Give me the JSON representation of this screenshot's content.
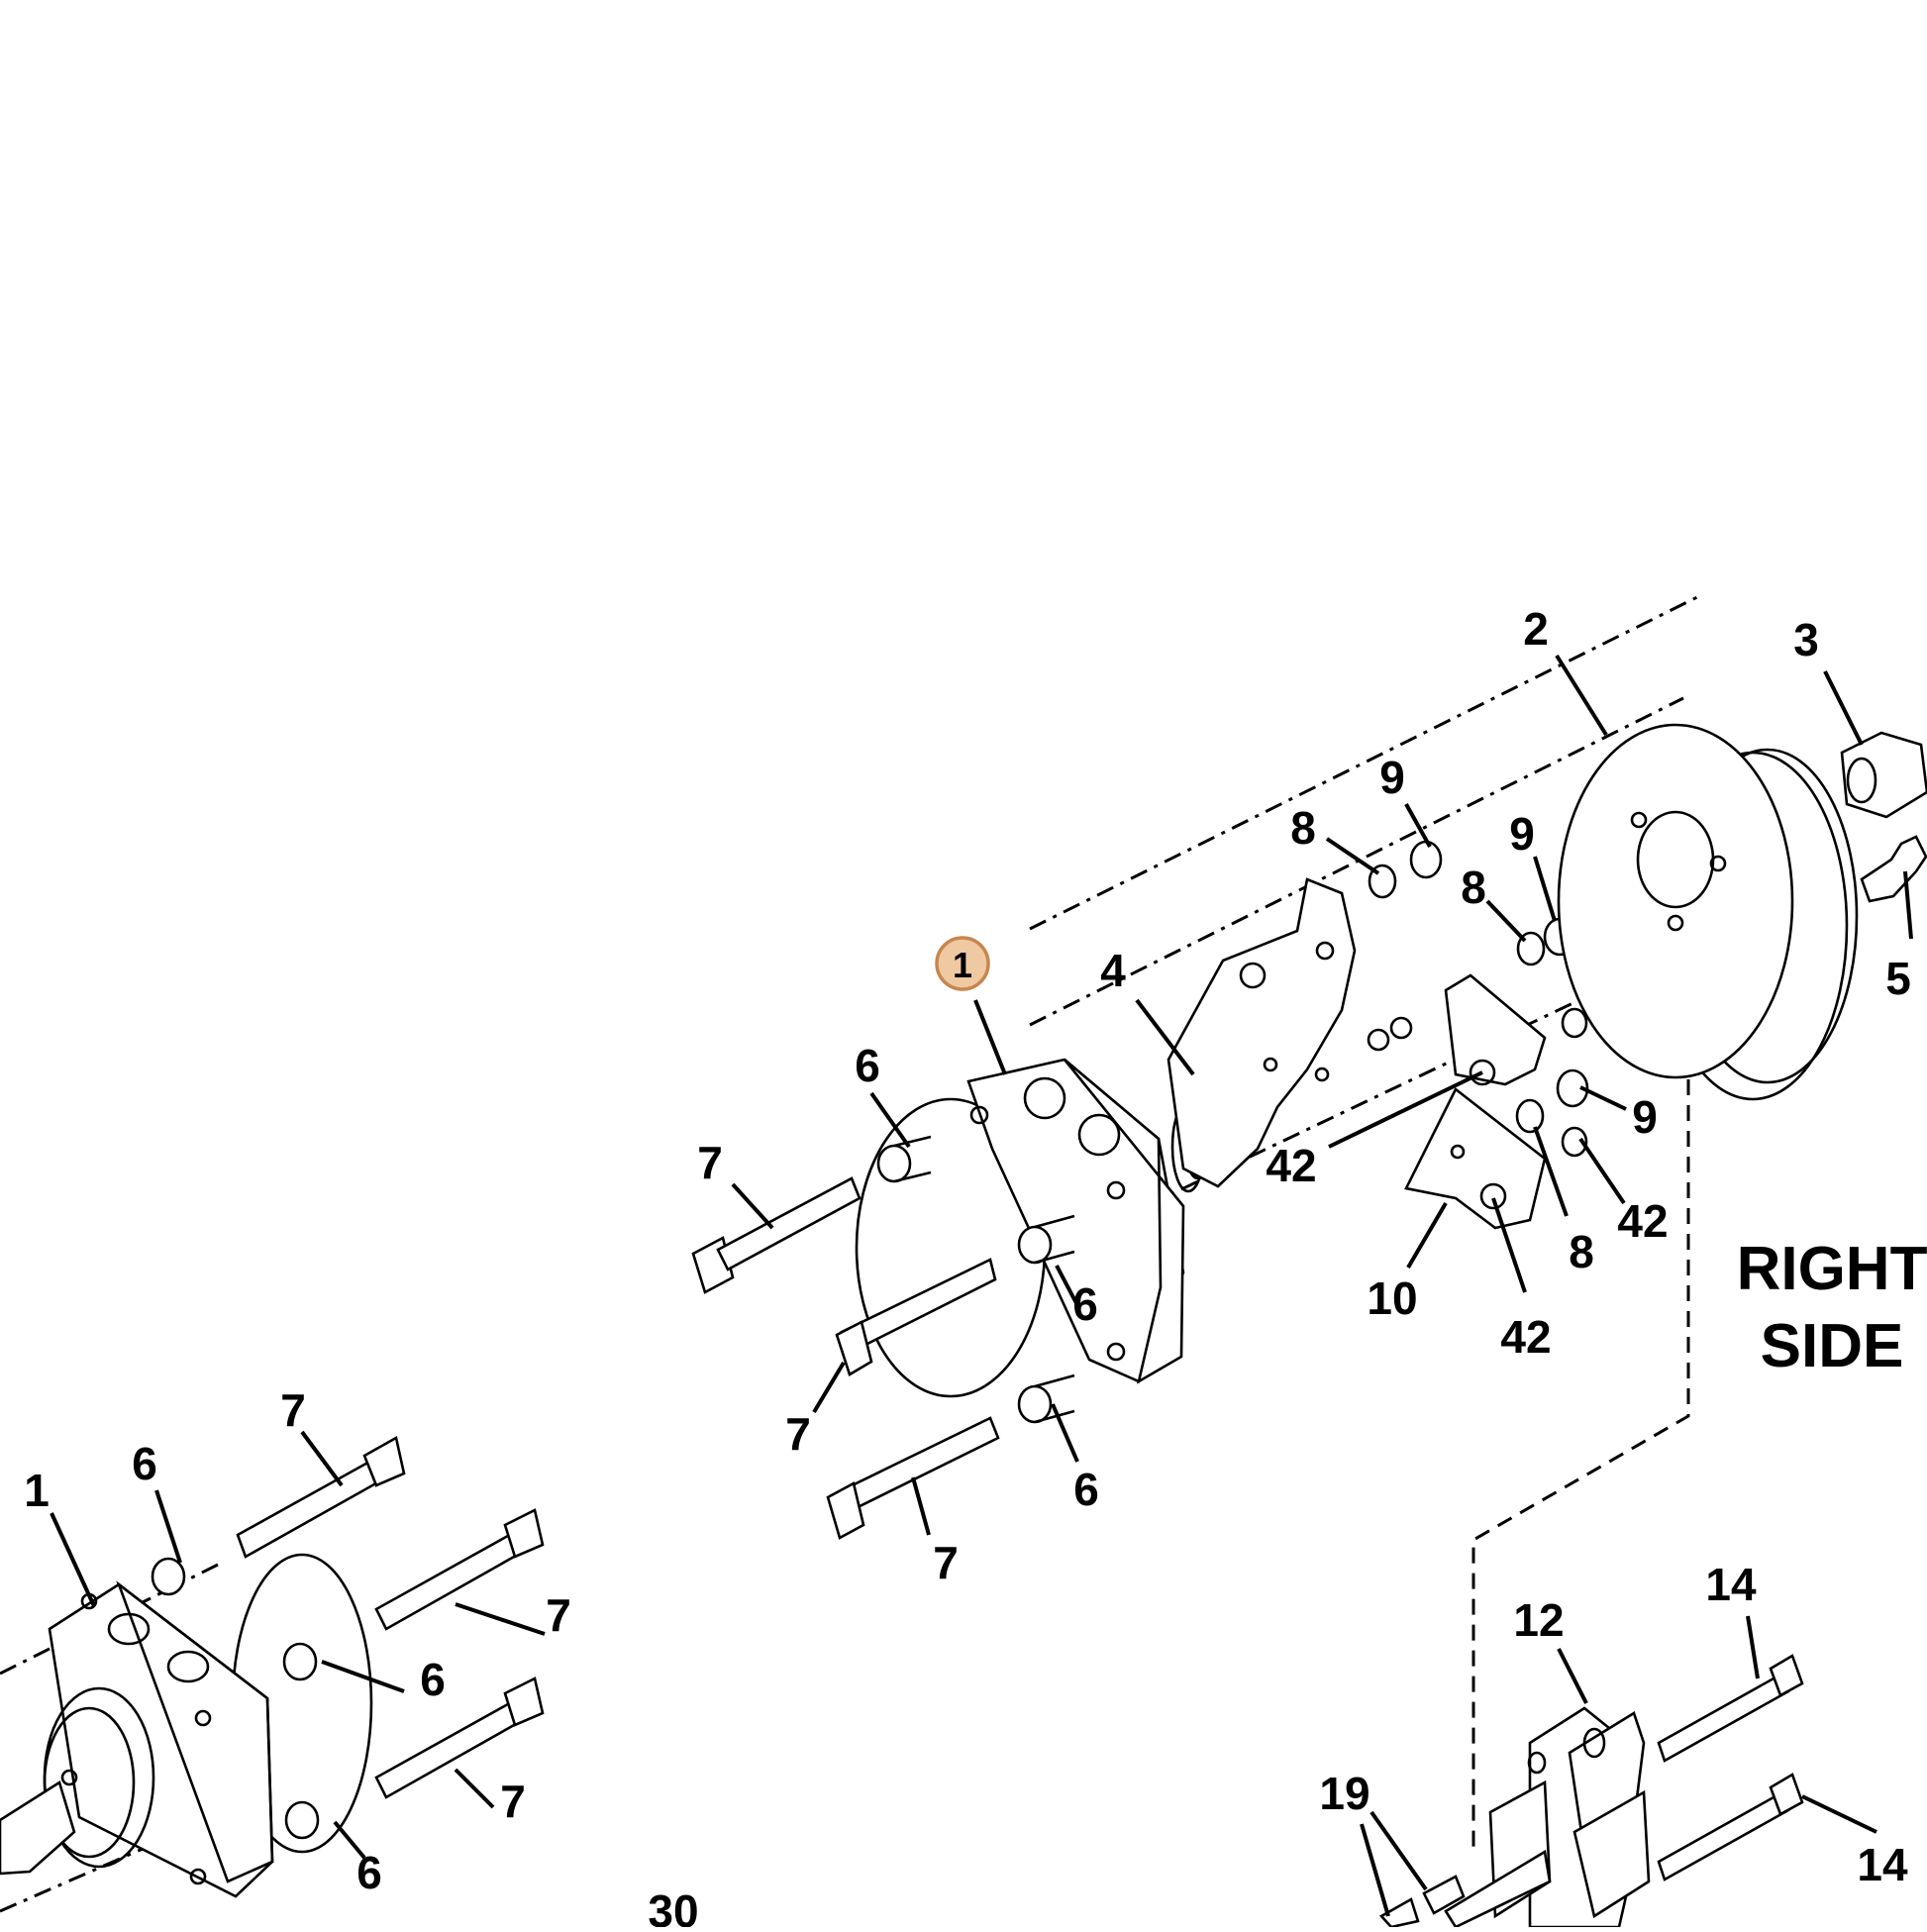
{
  "section_label": {
    "line1": "RIGHT",
    "line2": "SIDE"
  },
  "hotspot": {
    "label": "1",
    "fill": "#efc9a2",
    "stroke": "#c8864e"
  },
  "callouts": {
    "c1a": "1",
    "c2": "2",
    "c3": "3",
    "c4": "4",
    "c5": "5",
    "c6a": "6",
    "c6b": "6",
    "c6c": "6",
    "c6d": "6",
    "c6e": "6",
    "c6f": "6",
    "c7a": "7",
    "c7b": "7",
    "c7c": "7",
    "c7d": "7",
    "c7e": "7",
    "c7f": "7",
    "c8a": "8",
    "c8b": "8",
    "c8c": "8",
    "c9a": "9",
    "c9b": "9",
    "c9c": "9",
    "c10": "10",
    "c12": "12",
    "c14a": "14",
    "c14b": "14",
    "c19": "19",
    "c30": "30",
    "c42a": "42",
    "c42b": "42",
    "c42c": "42"
  }
}
